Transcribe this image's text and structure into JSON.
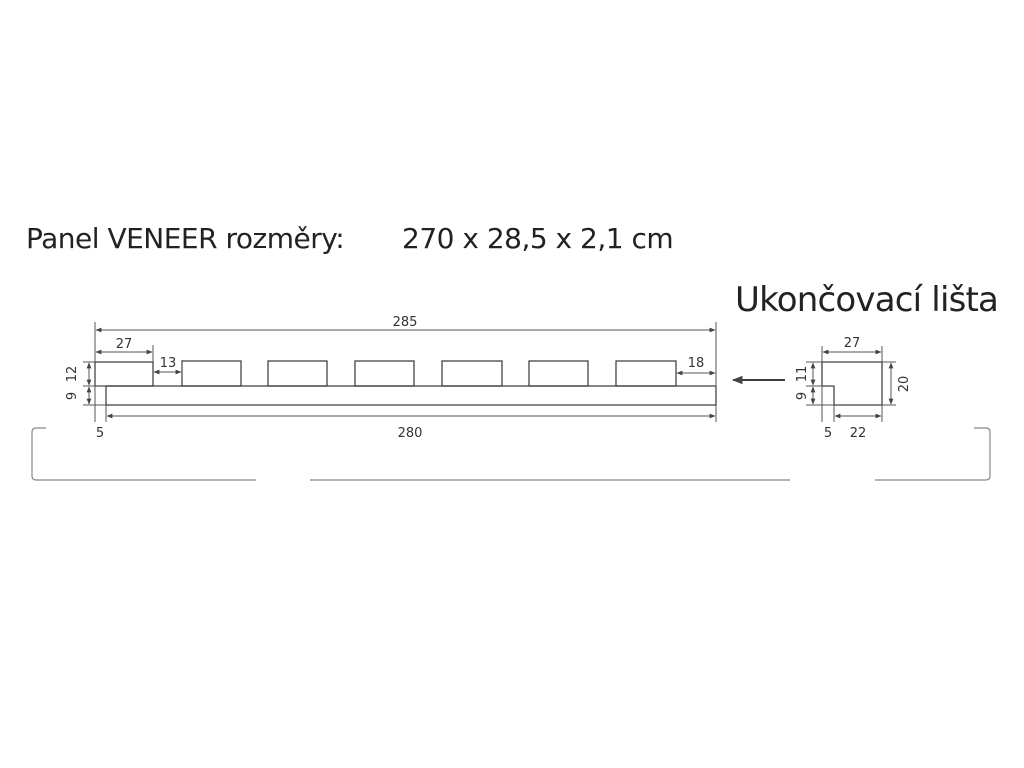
{
  "header": {
    "panel_label": "Panel VENEER rozměry:",
    "panel_dims": "270 x 28,5 x 2,1 cm",
    "trim_title": "Ukončovací lišta"
  },
  "panel": {
    "dim_total_top": "285",
    "dim_first_rib": "27",
    "dim_gap": "13",
    "dim_last_offset": "18",
    "dim_rib_height": "12",
    "dim_base_height": "9",
    "dim_left_offset": "5",
    "dim_base_width": "280"
  },
  "trim": {
    "dim_width": "27",
    "dim_top_height": "11",
    "dim_bottom_height": "9",
    "dim_total_height": "20",
    "dim_left_offset": "5",
    "dim_bottom_width": "22"
  },
  "colors": {
    "line": "#444444",
    "bracket": "#888888"
  }
}
